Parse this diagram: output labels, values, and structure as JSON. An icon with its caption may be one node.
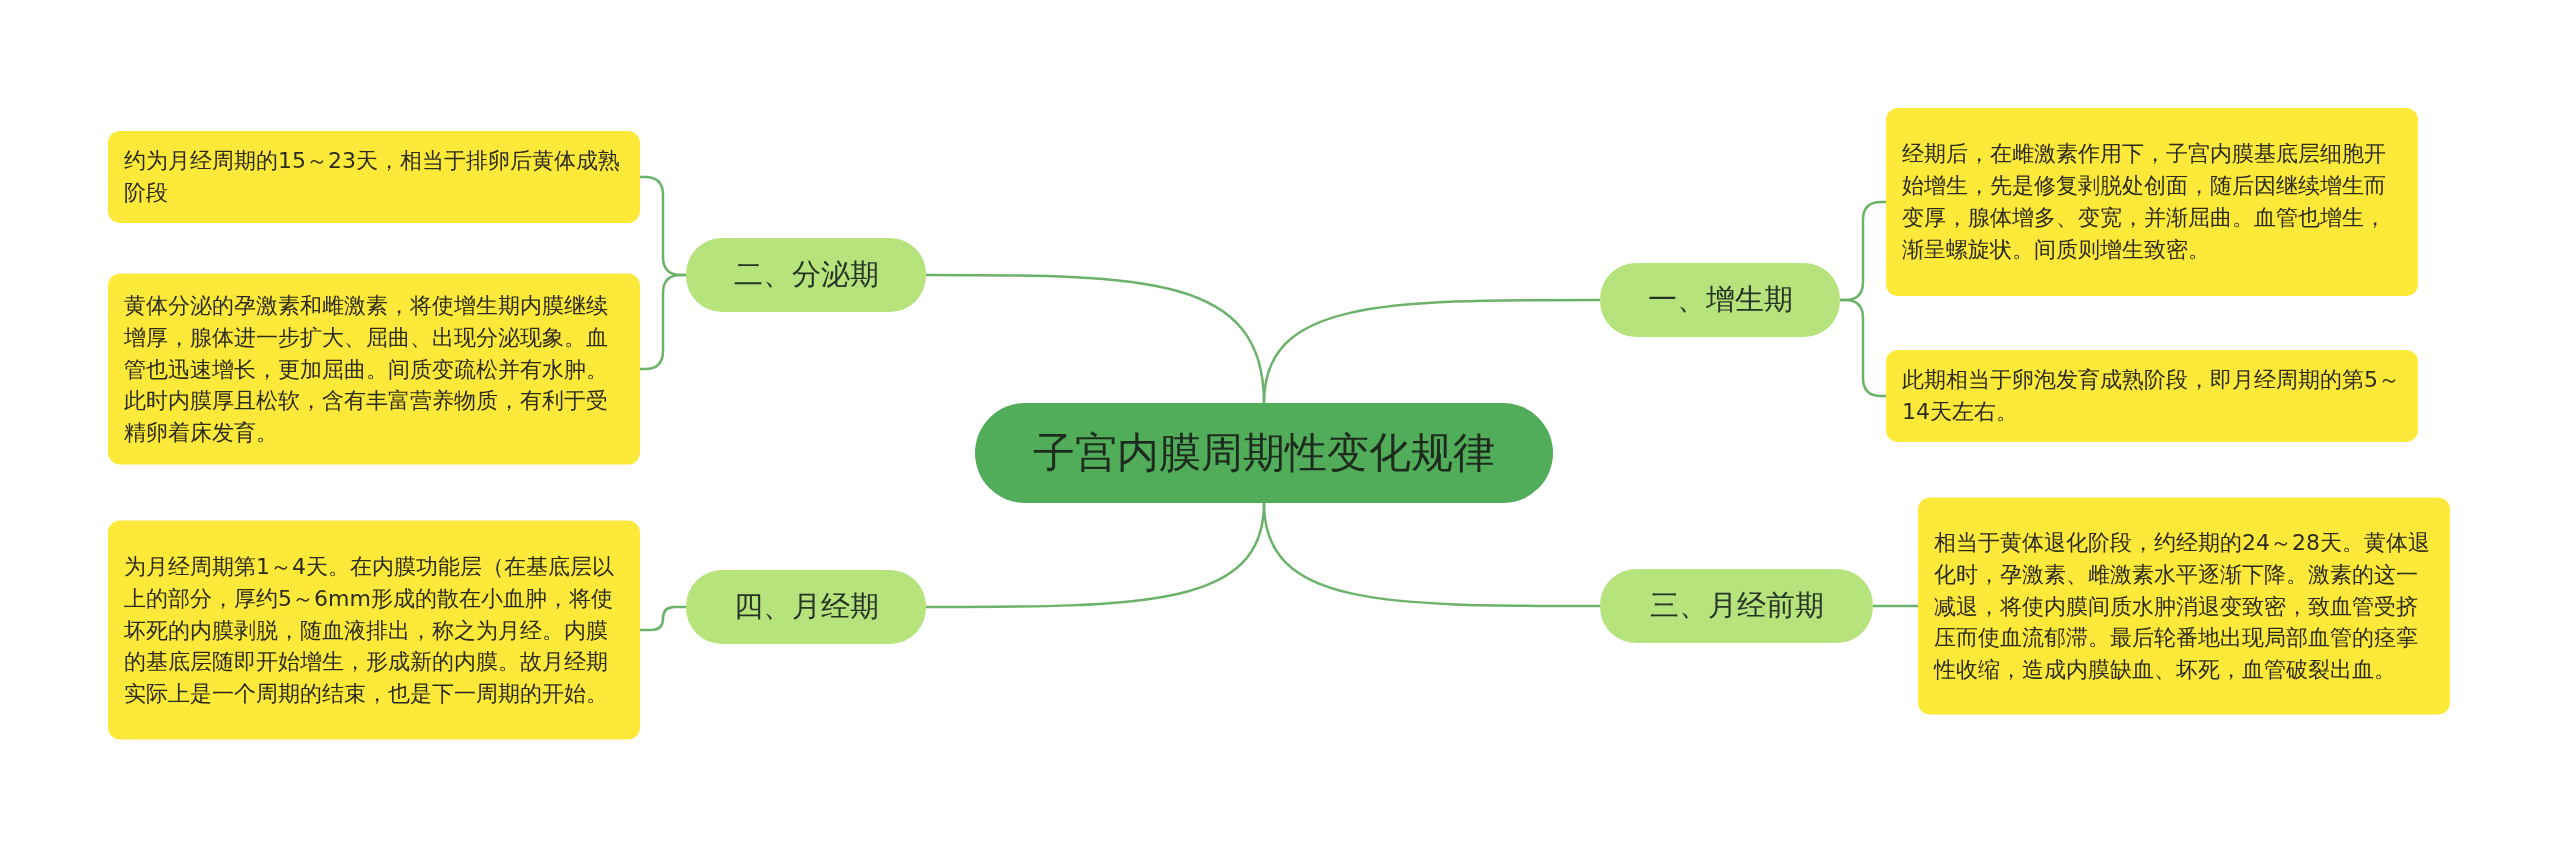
{
  "diagram": {
    "nodes": [
      {
        "text": [
          "子宫内膜周期性变化规律"
        ]
      },
      {
        "text": [
          "一、增生期"
        ]
      },
      {
        "text": [
          "经期后，在雌激素作用下，子宫内膜基底层细胞开始增生，先是修复剥脱处创面，随后因继续增生而变厚，腺体增多、变宽，并渐屈曲。血管也增生，渐呈螺旋状。间质则增生致密。"
        ]
      },
      {
        "text": [
          "此期相当于卵泡发育成熟阶段，即月经周期的第5～14天左右。"
        ]
      },
      {
        "text": [
          "二、分泌期"
        ]
      },
      {
        "text": [
          "约为月经周期的15～23天，相当于排卵后黄体成熟阶段"
        ]
      },
      {
        "text": [
          "黄体分泌的孕激素和雌激素，将使增生期内膜继续增厚，腺体进一步扩大、屈曲、出现分泌现象。血管也迅速增长，更加屈曲。间质变疏松并有水肿。此时内膜厚且松软，含有丰富营养物质，有利于受精卵着床发育。"
        ]
      },
      {
        "text": [
          "三、月经前期"
        ]
      },
      {
        "text": [
          "相当于黄体退化阶段，约经期的24～28天。黄体退化时，孕激素、雌激素水平逐渐下降。激素的这一减退，将使内膜间质水肿消退变致密，致血管受挤压而使血流郁滞。最后轮番地出现局部血管的痉挛性收缩，造成内膜缺血、坏死，血管破裂出血。"
        ]
      },
      {
        "text": [
          "四、月经期"
        ]
      },
      {
        "text": [
          "为月经周期第1～4天。在内膜功能层（在基底层以上的部分，厚约5～6mm形成的散在小血肿，将使坏死的内膜剥脱，随血液排出，称之为月经。内膜的基底层随即开始增生，形成新的内膜。故月经期实际上是一个周期的结束，也是下一周期的开始。"
        ]
      }
    ],
    "edges": [
      {
        "from": 0,
        "to": 1,
        "arrow": "none"
      },
      {
        "from": 1,
        "to": 2,
        "arrow": "none"
      },
      {
        "from": 1,
        "to": 3,
        "arrow": "none"
      },
      {
        "from": 0,
        "to": 4,
        "arrow": "none"
      },
      {
        "from": 4,
        "to": 5,
        "arrow": "none"
      },
      {
        "from": 4,
        "to": 6,
        "arrow": "none"
      },
      {
        "from": 0,
        "to": 7,
        "arrow": "none"
      },
      {
        "from": 7,
        "to": 8,
        "arrow": "none"
      },
      {
        "from": 0,
        "to": 9,
        "arrow": "none"
      },
      {
        "from": 9,
        "to": 10,
        "arrow": "none"
      }
    ]
  }
}
